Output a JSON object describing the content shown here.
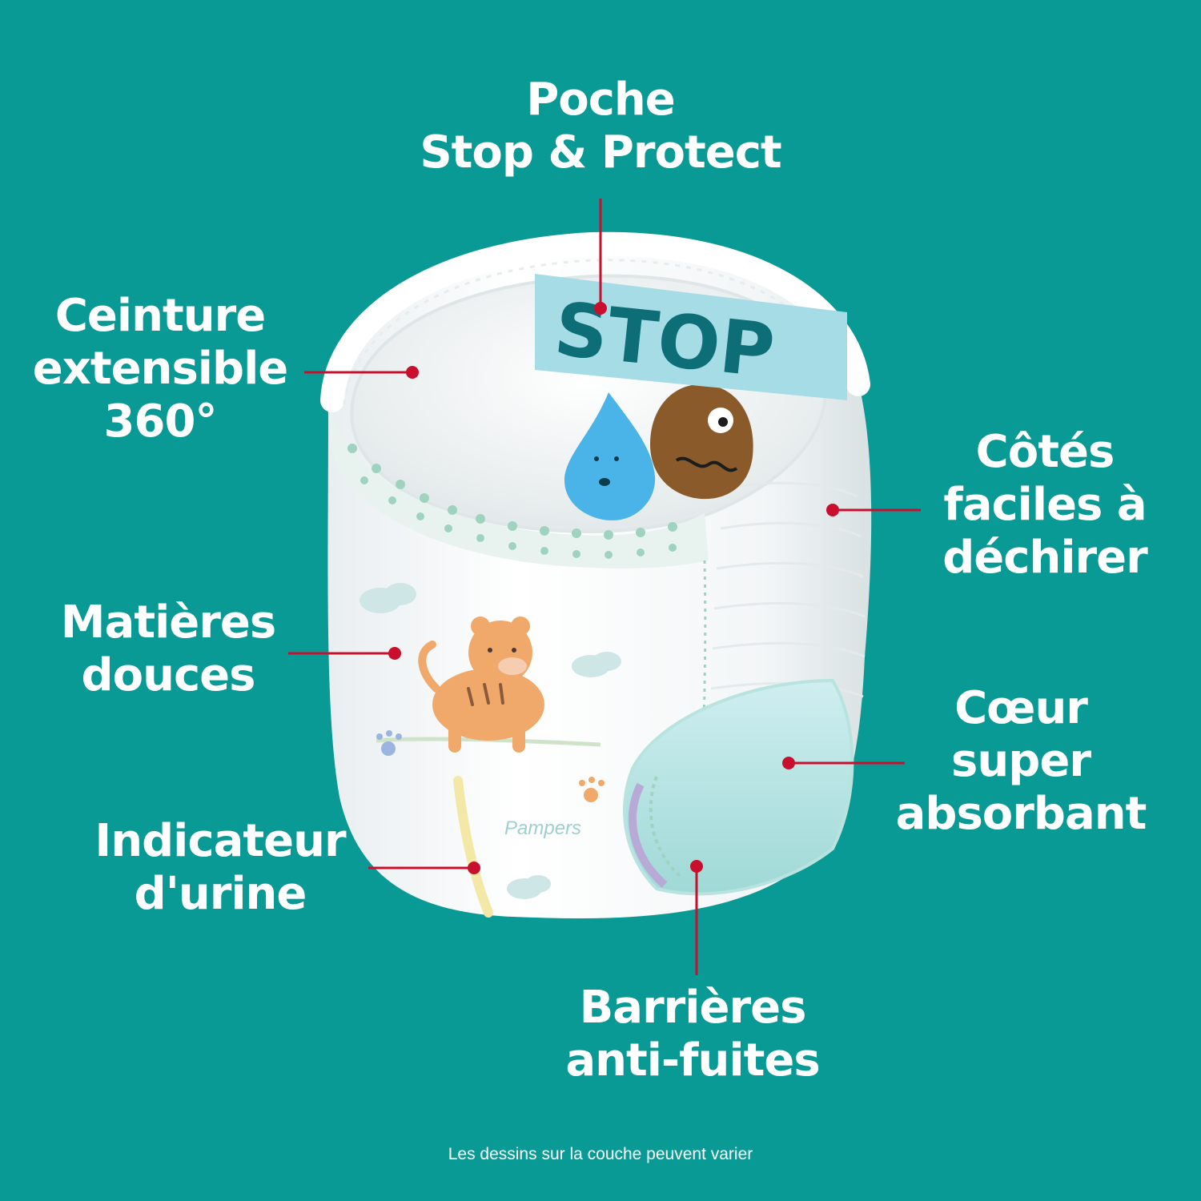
{
  "callouts": {
    "pocket": {
      "lines": [
        "Poche",
        "Stop & Protect"
      ]
    },
    "waistband": {
      "lines": [
        "Ceinture",
        "extensible",
        "360°"
      ]
    },
    "sides": {
      "lines": [
        "Côtés",
        "faciles à",
        "déchirer"
      ]
    },
    "soft": {
      "lines": [
        "Matières",
        "douces"
      ]
    },
    "core": {
      "lines": [
        "Cœur",
        "super",
        "absorbant"
      ]
    },
    "wetness": {
      "lines": [
        "Indicateur",
        "d'urine"
      ]
    },
    "barriers": {
      "lines": [
        "Barrières",
        "anti-fuites"
      ]
    }
  },
  "illustration": {
    "stop_sign_text": "STOP",
    "brand_text": "Pampers"
  },
  "footnote": "Les dessins sur la couche peuvent varier",
  "colors": {
    "background": "#0a9a96",
    "callout_line": "#c8102e",
    "label_text": "#ffffff",
    "stop_banner": "#a6dce6",
    "stop_text": "#0e6e78"
  }
}
